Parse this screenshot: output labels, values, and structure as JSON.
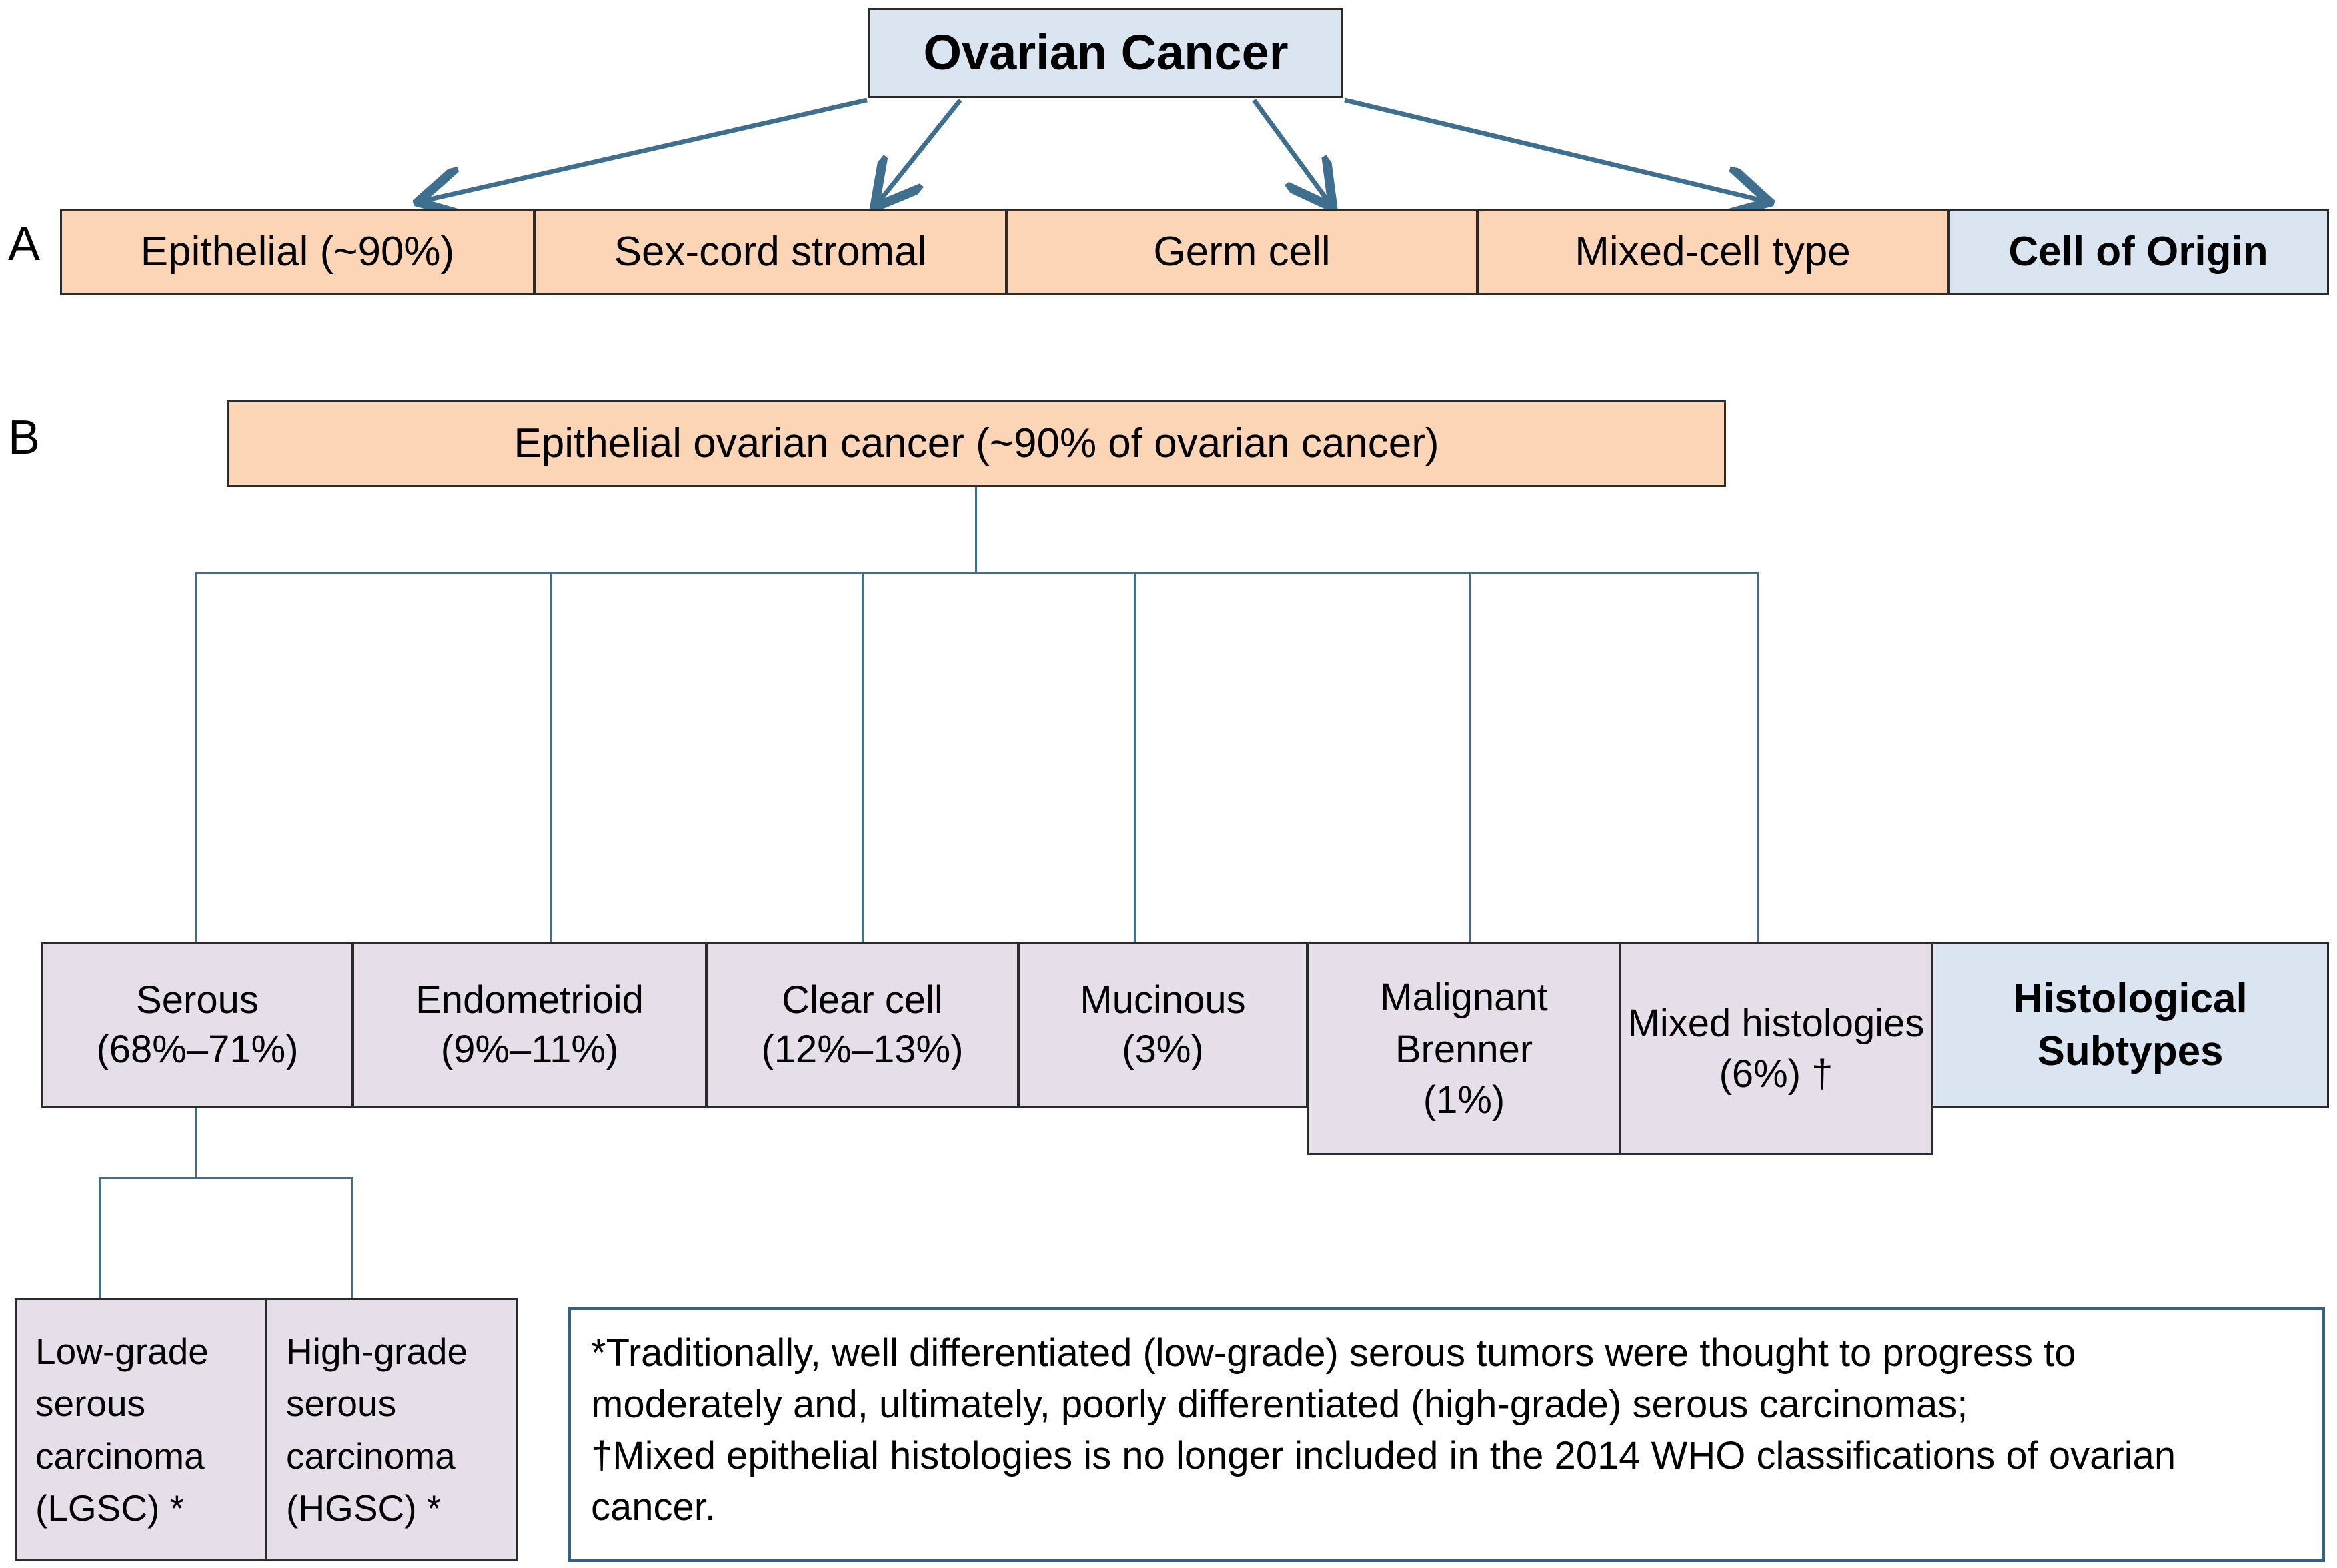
{
  "title": "Ovarian Cancer histological classification diagram",
  "root": {
    "label": "Ovarian Cancer"
  },
  "sections": {
    "a_letter": "A",
    "b_letter": "B"
  },
  "cell_of_origin_row": {
    "legend_label": "Cell of Origin",
    "items": [
      {
        "label": "Epithelial (~90%)"
      },
      {
        "label": "Sex-cord stromal"
      },
      {
        "label": "Germ cell"
      },
      {
        "label": "Mixed-cell type"
      }
    ]
  },
  "epithelial": {
    "label": "Epithelial ovarian cancer (~90% of ovarian cancer)"
  },
  "histological_subtypes": {
    "legend_label_line1": "Histological",
    "legend_label_line2": "Subtypes",
    "items": [
      {
        "name": "Serous",
        "pct": "(68%–71%)",
        "dagger": ""
      },
      {
        "name": "Endometrioid",
        "pct": "(9%–11%)",
        "dagger": ""
      },
      {
        "name": "Clear cell",
        "pct": "(12%–13%)",
        "dagger": ""
      },
      {
        "name": "Mucinous",
        "pct": "(3%)",
        "dagger": ""
      },
      {
        "name": "Malignant Brenner",
        "pct": "(1%)",
        "dagger": ""
      },
      {
        "name": "Mixed histologies",
        "pct": "(6%) †",
        "dagger": "†"
      }
    ]
  },
  "serous_grades": [
    {
      "label": "Low-grade serous carcinoma (LGSC) *"
    },
    {
      "label": "High-grade serous carcinoma (HGSC) *"
    }
  ],
  "footnote": {
    "line1": "*Traditionally, well differentiated (low-grade) serous tumors were thought to progress to",
    "line2": "moderately and, ultimately, poorly differentiated (high-grade) serous carcinomas;",
    "line3": "†Mixed epithelial histologies is no longer included in the 2014 WHO classifications of ovarian",
    "line4": "cancer."
  },
  "colors": {
    "blue_fill": "#dbe5f1",
    "orange_fill": "#fbd5b5",
    "lavender_fill": "#e6dfe9",
    "connector": "#3f6f8f",
    "box_border": "#2b2b2b",
    "note_border": "#2e6387"
  }
}
